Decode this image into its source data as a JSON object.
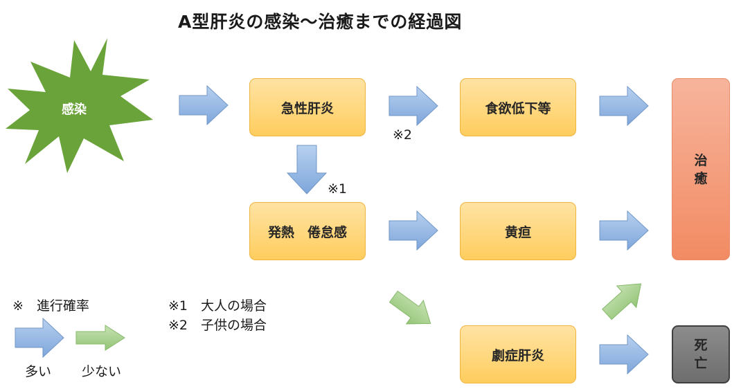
{
  "title": "A型肝炎の感染〜治癒までの経過図",
  "nodes": {
    "infection": "感染",
    "acute_hepatitis": "急性肝炎",
    "fever_fatigue": "発熱　倦怠感",
    "appetite_loss": "食欲低下等",
    "jaundice": "黄疸",
    "fulminant_hepatitis": "劇症肝炎",
    "cure": [
      "治",
      "癒"
    ],
    "death": [
      "死",
      "亡"
    ]
  },
  "notes": {
    "mark1": "※1",
    "mark2": "※2",
    "note1": "※1　大人の場合",
    "note2": "※2　子供の場合"
  },
  "legend": {
    "title": "※　進行確率",
    "high_label": "多い",
    "low_label": "少ない"
  },
  "colors": {
    "blue_arrow": "#8eb4e3",
    "green_arrow": "#a9d18e",
    "burst": "#6aa33a",
    "orange_box": "#ffd56b",
    "cure_box": "#f4a080",
    "death_box": "#7f7f7f"
  }
}
